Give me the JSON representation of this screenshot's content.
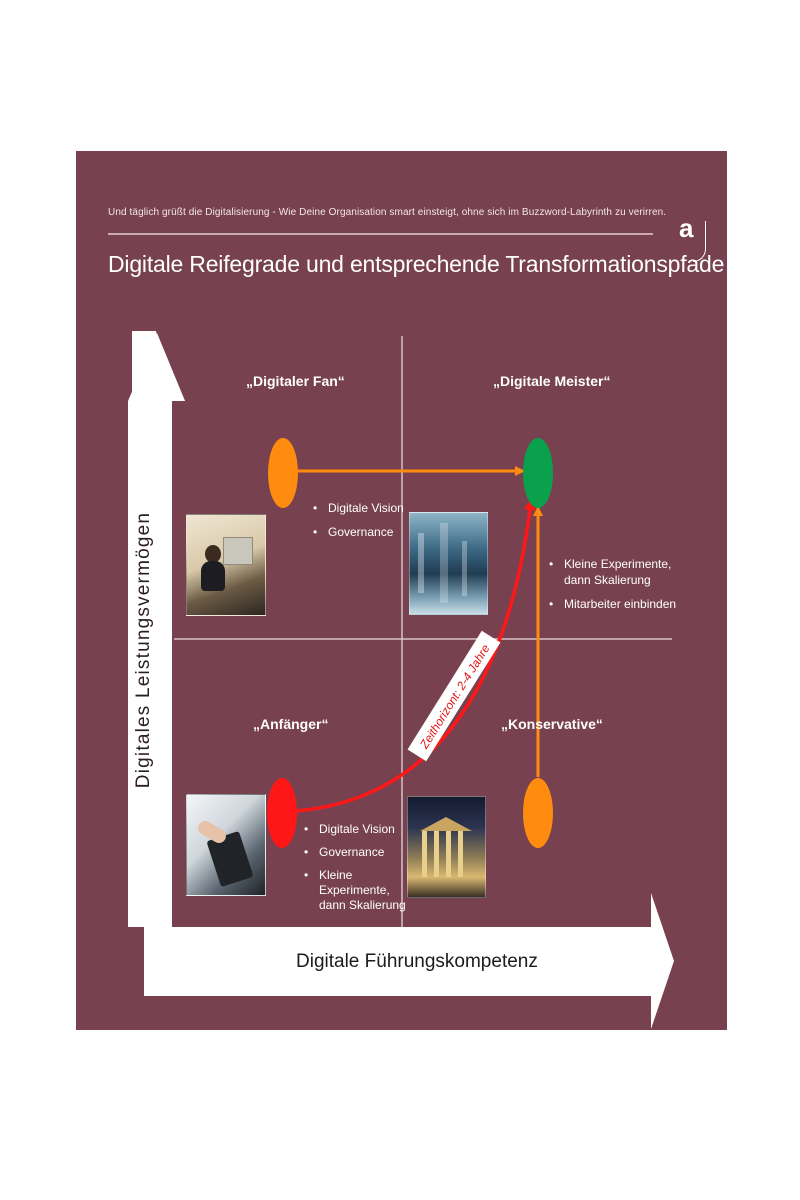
{
  "header": {
    "subtitle": "Und täglich grüßt die Digitalisierung - Wie Deine Organisation smart einsteigt, ohne sich im Buzzword-Labyrinth zu verirren.",
    "title": "Digitale Reifegrade und entsprechende Transformationspfade",
    "logo_letter": "a"
  },
  "axes": {
    "y_label": "Digitales Leistungsvermögen",
    "x_label": "Digitale Führungskompetenz"
  },
  "quadrants": {
    "top_left": {
      "label": "„Digitaler Fan“",
      "bullets": [
        "Digitale Vision",
        "Governance"
      ]
    },
    "top_right": {
      "label": "„Digitale Meister“",
      "bullets": [
        "Kleine Experimente, dann Skalierung",
        "Mitarbeiter einbinden"
      ]
    },
    "bottom_left": {
      "label": "„Anfänger“",
      "bullets": [
        "Digitale Vision",
        "Governance",
        "Kleine Experimente, dann Skalierung"
      ]
    },
    "bottom_right": {
      "label": "„Konservative“"
    }
  },
  "path_label": "Zeithorizont: 2-4 Jahre",
  "colors": {
    "background": "#774150",
    "orange": "#ff8c0f",
    "green": "#0aa14c",
    "red": "#ff1717",
    "axis": "#ffffff"
  },
  "icons": {
    "photo_top_left": "office-worker-photo",
    "photo_top_right": "digital-city-photo",
    "photo_bottom_left": "tablet-hand-photo",
    "photo_bottom_right": "stock-exchange-photo"
  }
}
